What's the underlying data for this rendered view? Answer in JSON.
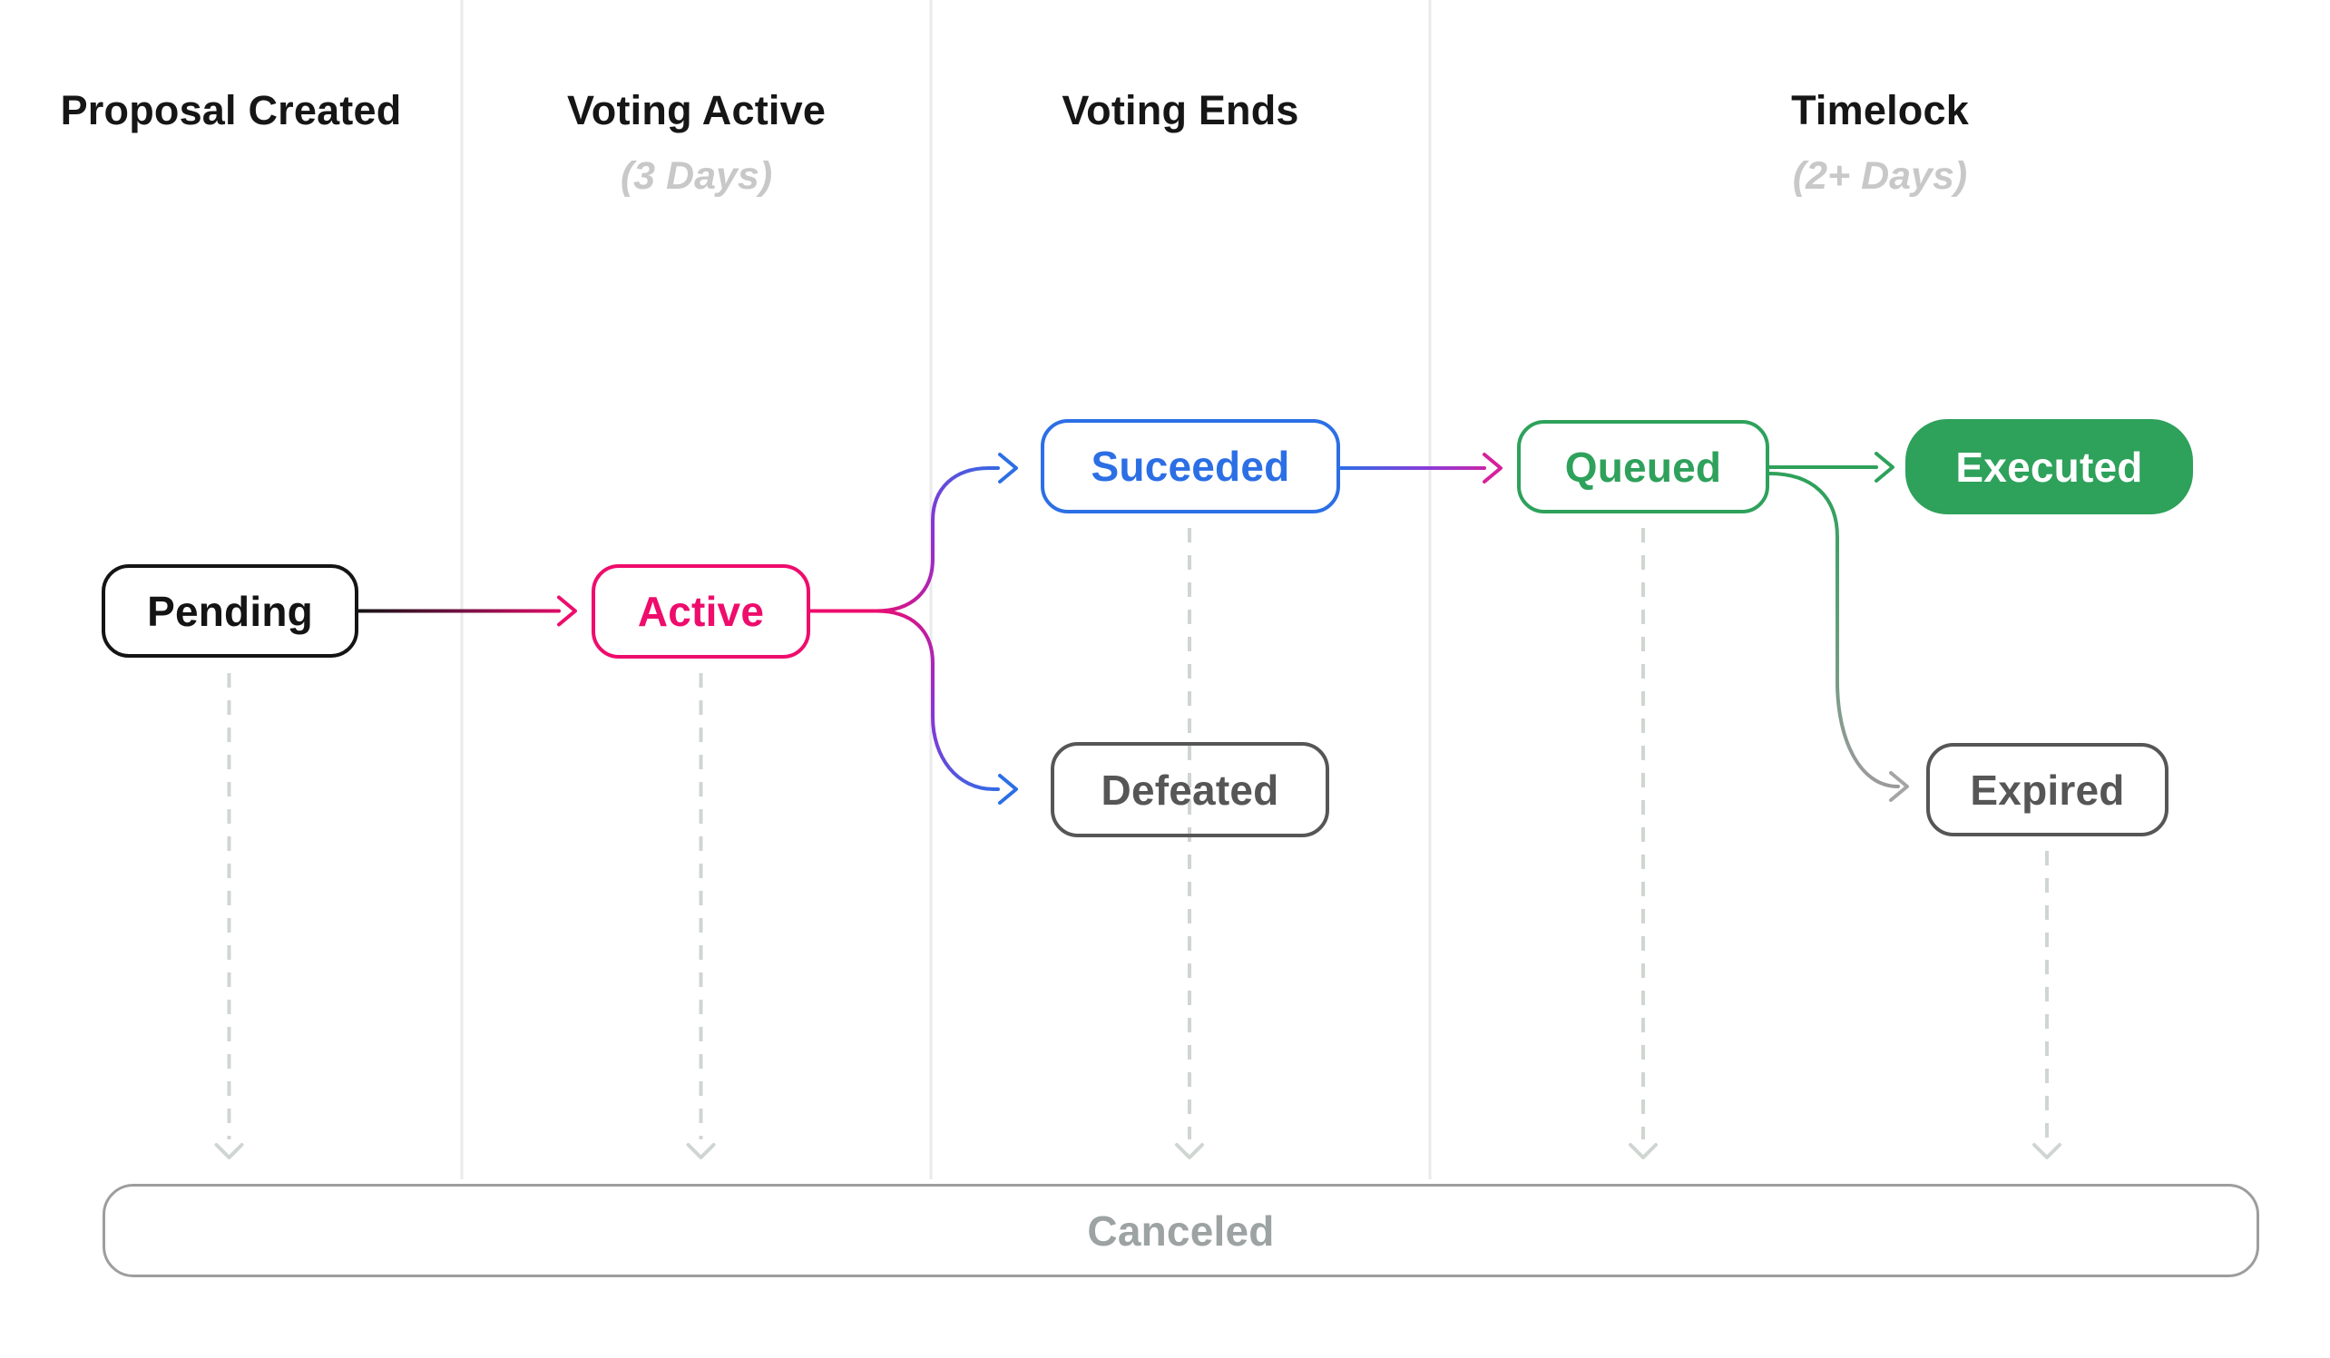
{
  "diagram_title": "proposal-lifecycle-flow",
  "columns": [
    {
      "label": "Proposal Created",
      "sublabel": ""
    },
    {
      "label": "Voting Active",
      "sublabel": "(3 Days)"
    },
    {
      "label": "Voting Ends",
      "sublabel": ""
    },
    {
      "label": "Timelock",
      "sublabel": "(2+ Days)"
    }
  ],
  "nodes": {
    "pending": {
      "label": "Pending",
      "color": "#141414",
      "style": "outline"
    },
    "active": {
      "label": "Active",
      "color": "#ee0c6c",
      "style": "outline"
    },
    "suceeded": {
      "label": "Suceeded",
      "color": "#2c6fe5",
      "style": "outline"
    },
    "defeated": {
      "label": "Defeated",
      "color": "#565656",
      "style": "outline"
    },
    "queued": {
      "label": "Queued",
      "color": "#2ea15b",
      "style": "outline"
    },
    "executed": {
      "label": "Executed",
      "color": "#2ea15b",
      "style": "filled"
    },
    "expired": {
      "label": "Expired",
      "color": "#565656",
      "style": "outline"
    },
    "canceled": {
      "label": "Canceled",
      "color": "#9da2a2",
      "style": "outline",
      "border_color": "#9d9d9d"
    }
  },
  "edges": [
    {
      "from": "Pending",
      "to": "Active",
      "style": "solid",
      "gradient": [
        "#141414",
        "#ee0c6c"
      ]
    },
    {
      "from": "Active",
      "to": "Suceeded",
      "style": "solid",
      "gradient": [
        "#ee0c6c",
        "#8f31d4",
        "#2c6fe5"
      ]
    },
    {
      "from": "Active",
      "to": "Defeated",
      "style": "solid",
      "gradient": [
        "#ee0c6c",
        "#8f31d4",
        "#2c6fe5"
      ]
    },
    {
      "from": "Suceeded",
      "to": "Queued",
      "style": "solid",
      "gradient": [
        "#2c6fe5",
        "#8a3bd8",
        "#d6219c"
      ]
    },
    {
      "from": "Queued",
      "to": "Executed",
      "style": "solid",
      "gradient": [
        "#2ea15b"
      ]
    },
    {
      "from": "Queued",
      "to": "Expired",
      "style": "solid",
      "gradient": [
        "#2ea15b",
        "#9a9a9a"
      ]
    },
    {
      "from": "Pending",
      "to": "Canceled",
      "style": "dashed"
    },
    {
      "from": "Active",
      "to": "Canceled",
      "style": "dashed"
    },
    {
      "from": "Suceeded",
      "to": "Canceled",
      "style": "dashed"
    },
    {
      "from": "Queued",
      "to": "Canceled",
      "style": "dashed"
    },
    {
      "from": "Expired",
      "to": "Canceled",
      "style": "dashed"
    }
  ],
  "colors": {
    "pink": "#ee0c6c",
    "purple": "#8f31d4",
    "blue": "#2c6fe5",
    "magenta": "#d6219c",
    "green": "#2ea15b",
    "dark": "#141414",
    "node_gray": "#565656",
    "muted_gray": "#9da2a2",
    "dashed_line": "#cfd6d2",
    "column_separator": "#eaeaea",
    "subtitle_gray": "#c8c8c8"
  }
}
